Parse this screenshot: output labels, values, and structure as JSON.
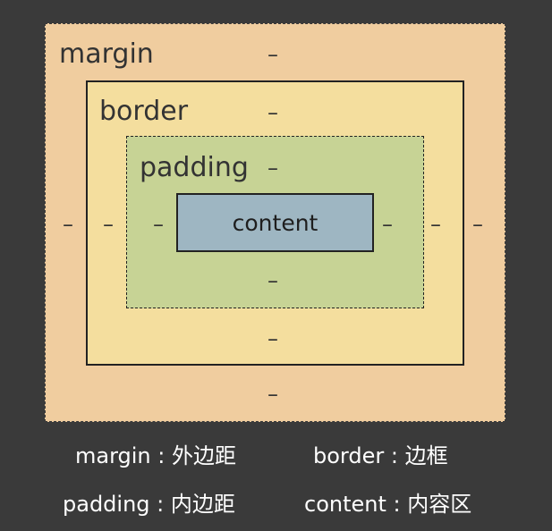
{
  "labels": {
    "margin": "margin",
    "border": "border",
    "padding": "padding",
    "content": "content",
    "value": "–"
  },
  "legend": {
    "margin": "margin : 外边距",
    "border": "border : 边框",
    "padding": "padding : 内边距",
    "content": "content : 内容区"
  }
}
